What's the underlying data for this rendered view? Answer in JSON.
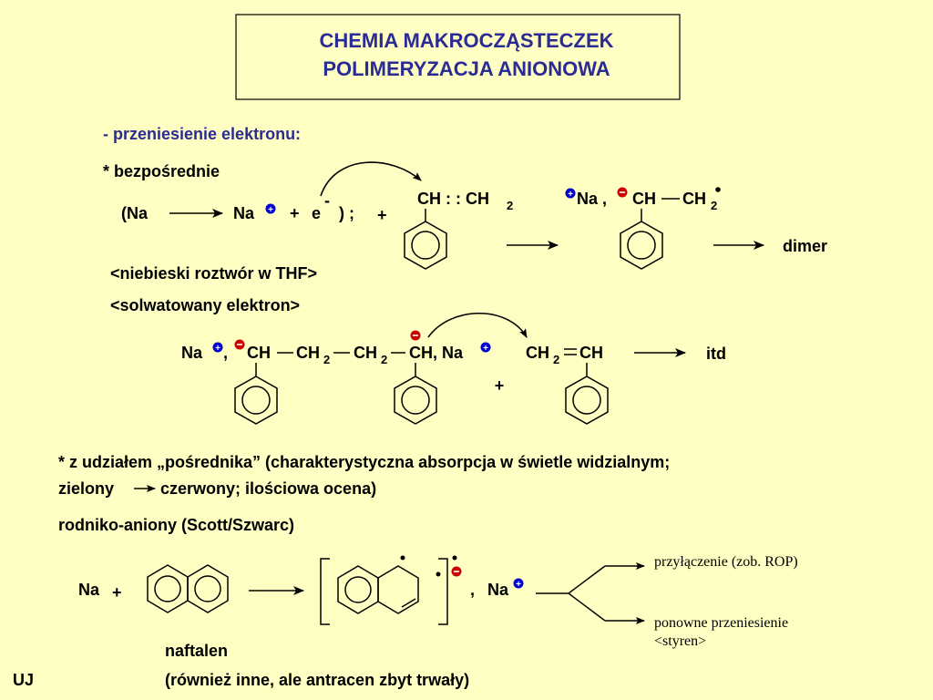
{
  "title": {
    "line1": "CHEMIA MAKROCZĄSTECZEK",
    "line2": "POLIMERYZACJA ANIONOWA"
  },
  "colors": {
    "background": "#ffffc3",
    "title": "#2b2b96",
    "plus_charge": "#0000cc",
    "minus_charge": "#cc0000"
  },
  "section": {
    "transfer_label": "- przeniesienie elektronu:",
    "direct_label": "* bezpośrednie",
    "note_blue_solution": "<niebieski roztwór w THF>",
    "note_solvated": "<solwatowany elektron>",
    "mediator_line1": "* z udziałem „pośrednika” (charakterystyczna absorpcja w świetle widzialnym;",
    "mediator_line2_a": "zielony",
    "mediator_line2_b": "czerwony; ilościowa ocena)",
    "radical_anions": "rodniko-aniony (Scott/Szwarc)",
    "naphthalene_label": "naftalen",
    "other_note": "(również inne, ale antracen zbyt trwały)",
    "author": "UJ"
  },
  "reaction1": {
    "paren_na": "(Na",
    "na": "Na",
    "plus": "+",
    "electron": "e",
    "electron_charge": "-",
    "close": ") ;",
    "plus2": "+",
    "styrene_ch": "CH : : CH",
    "sub2": "2",
    "product_na": "Na ,",
    "product_ch": "CH",
    "product_ch2": "CH",
    "dimer": "dimer"
  },
  "reaction2": {
    "na": "Na",
    "comma": ",",
    "ch_a": "CH",
    "ch2_a": "CH",
    "ch2_b": "CH",
    "ch_b": "CH, Na",
    "sub2": "2",
    "monomer_ch2": "CH",
    "monomer_ch": "CH",
    "plus": "+",
    "itd": "itd"
  },
  "reaction3": {
    "na": "Na",
    "plus": "+",
    "comma": ",",
    "na2": "Na",
    "branch_top": "przyłączenie (zob. ROP)",
    "branch_bottom_line1": "ponowne przeniesienie",
    "branch_bottom_line2": "<styren>"
  },
  "icons": {
    "arrow": "reaction-arrow-icon",
    "curved_arrow": "curved-arrow-icon",
    "plus_charge": "plus-charge-icon",
    "minus_charge": "minus-charge-icon",
    "radical_dot": "radical-dot-icon"
  }
}
